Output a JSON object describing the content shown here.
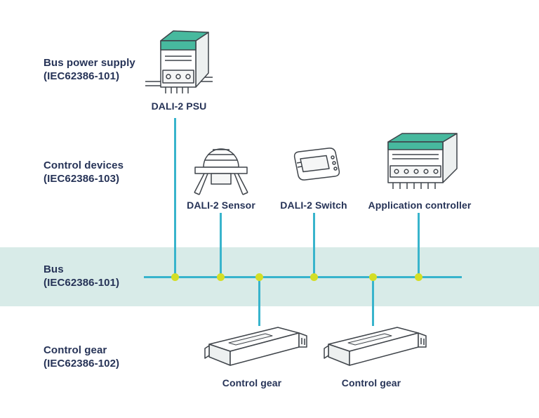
{
  "colors": {
    "text": "#263357",
    "bus_band": "#d8ebe8",
    "connector_line": "#38b4cc",
    "connector_dot": "#d4de26",
    "device_accent": "#47b99e"
  },
  "rows": {
    "bus_power_supply": {
      "title": "Bus power supply",
      "standard": "(IEC62386-101)"
    },
    "control_devices": {
      "title": "Control devices",
      "standard": "(IEC62386-103)"
    },
    "bus": {
      "title": "Bus",
      "standard": "(IEC62386-101)"
    },
    "control_gear": {
      "title": "Control gear",
      "standard": "(IEC62386-102)"
    }
  },
  "devices": {
    "psu": {
      "caption": "DALI-2 PSU"
    },
    "sensor": {
      "caption": "DALI-2 Sensor"
    },
    "switch": {
      "caption": "DALI-2 Switch"
    },
    "application_controller": {
      "caption": "Application controller"
    },
    "control_gear_1": {
      "caption": "Control gear"
    },
    "control_gear_2": {
      "caption": "Control gear"
    }
  }
}
